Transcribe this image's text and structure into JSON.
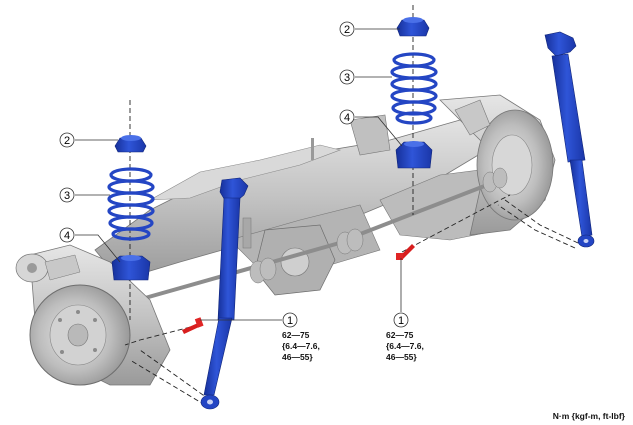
{
  "diagram": {
    "title": "Rear suspension - coil spring and shock absorber exploded view",
    "colors": {
      "part_highlight": "#1f3fb8",
      "part_highlight_light": "#3f64e0",
      "bolt": "#d81e1e",
      "body": "#c9c9c9",
      "body_dark": "#8a8a8a",
      "leader": "#333333"
    },
    "callouts": [
      {
        "id": "upper-right-2",
        "number": "2",
        "part": "upper spring seat"
      },
      {
        "id": "upper-right-3",
        "number": "3",
        "part": "coil spring"
      },
      {
        "id": "upper-right-4",
        "number": "4",
        "part": "lower spring seat"
      },
      {
        "id": "upper-left-2",
        "number": "2",
        "part": "upper spring seat"
      },
      {
        "id": "upper-left-3",
        "number": "3",
        "part": "coil spring"
      },
      {
        "id": "upper-left-4",
        "number": "4",
        "part": "lower spring seat"
      },
      {
        "id": "bolt-left-1",
        "number": "1",
        "part": "shock absorber lower bolt"
      },
      {
        "id": "bolt-right-1",
        "number": "1",
        "part": "shock absorber lower bolt"
      }
    ],
    "torque_specs": [
      {
        "line1": "62—75",
        "line2": "{6.4—7.6,",
        "line3": "46—55}"
      },
      {
        "line1": "62—75",
        "line2": "{6.4—7.6,",
        "line3": "46—55}"
      }
    ],
    "unit_label": "N·m {kgf-m, ft-lbf}"
  }
}
